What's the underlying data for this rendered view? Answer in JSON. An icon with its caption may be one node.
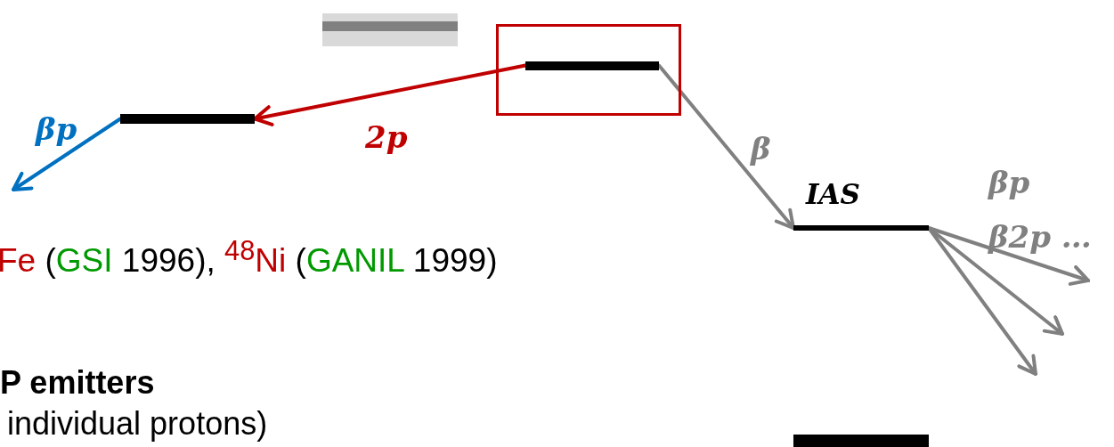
{
  "diagram": {
    "nodes": [
      {
        "text": [],
        "shape": "bar"
      },
      {
        "text": [],
        "shape": "box"
      },
      {
        "text": [],
        "shape": "bar",
        "in": 1
      },
      {
        "text": [],
        "shape": "bar"
      },
      {
        "text": [
          "IAS"
        ]
      },
      {
        "text": [],
        "shape": "bar"
      }
    ],
    "edges": [
      {
        "from": 2,
        "to": 3,
        "arrow": "to",
        "label": "2p",
        "color": "#c00000"
      },
      {
        "from": 3,
        "to": null,
        "arrow": "to",
        "label": "βp",
        "color": "#0070c0"
      },
      {
        "from": 2,
        "to": 4,
        "arrow": "to",
        "label": "β"
      },
      {
        "from": 4,
        "to": null,
        "arrow": "to"
      },
      {
        "from": 4,
        "to": null,
        "arrow": "to"
      },
      {
        "from": 4,
        "to": null,
        "arrow": "to"
      }
    ],
    "labels": [
      "βp",
      "β2p …",
      "Fe (GSI 1996), $^{48}$Ni (GANIL 1999)",
      "P emitters",
      "individual protons)"
    ]
  }
}
